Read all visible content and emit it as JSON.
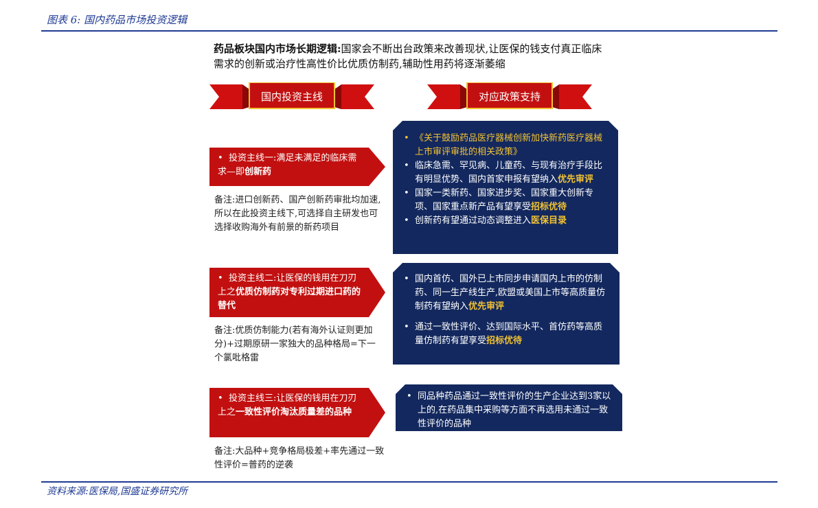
{
  "figure_title": "图表 6:  国内药品市场投资逻辑",
  "source": "资料来源:医保局,国盛证券研究所",
  "headline": {
    "bold": "药品板块国内市场长期逻辑:",
    "rest": "国家会不断出台政策来改善现状,让医保的钱支付真正临床需求的创新或治疗性高性价比优质仿制药,辅助性用药将逐渐萎缩"
  },
  "ribbons": {
    "left": "国内投资主线",
    "right": "对应政策支持"
  },
  "colors": {
    "red": "#c21010",
    "navy": "#13285e",
    "highlight": "#f2c233",
    "rule": "#1f3a93"
  },
  "lines": [
    {
      "main_prefix": "投资主线一:满足未满足的临床需求—即",
      "main_bold": "创新药",
      "note": "备注:进口创新药、国产创新药审批均加速,所以在此投资主线下,可选择自主研发也可选择收购海外有前景的新药项目",
      "policies": [
        {
          "pre": "",
          "hl": "《关于鼓励药品医疗器械创新加快新药医疗器械上市审评审批的相关政策》",
          "post": "",
          "bullet_yellow": true
        },
        {
          "pre": "临床急需、罕见病、儿童药、与现有治疗手段比有明显优势、国内首家申报有望纳入",
          "hl": "优先审评",
          "post": ""
        },
        {
          "pre": "国家一类新药、国家进步奖、国家重大创新专项、国家重点新产品有望享受",
          "hl": "招标优待",
          "post": ""
        },
        {
          "pre": "创新药有望通过动态调整进入",
          "hl": "医保目录",
          "post": ""
        }
      ]
    },
    {
      "main_prefix": "投资主线二:让医保的钱用在刀刃上之",
      "main_bold": "优质仿制药对专利过期进口药的替代",
      "note": "备注:优质仿制能力(若有海外认证则更加分)+过期原研一家独大的品种格局=下一个氯吡格雷",
      "policies": [
        {
          "pre": "国内首仿、国外已上市同步申请国内上市的仿制药、同一生产线生产,欧盟或美国上市等高质量仿制药有望纳入",
          "hl": "优先审评",
          "post": ""
        },
        {
          "pre": "通过一致性评价、达到国际水平、首仿药等高质量仿制药有望享受",
          "hl": "招标优待",
          "post": ""
        }
      ]
    },
    {
      "main_prefix": "投资主线三:让医保的钱用在刀刃上之",
      "main_bold": "一致性评价淘汰质量差的品种",
      "note": "备注:大品种+竞争格局极差+率先通过一致性评价=普药的逆袭",
      "policies": [
        {
          "pre": "同品种药品通过一致性评价的生产企业达到3家以上的,在药品集中采购等方面不再选用未通过一致性评价的品种",
          "hl": "",
          "post": ""
        }
      ]
    }
  ]
}
